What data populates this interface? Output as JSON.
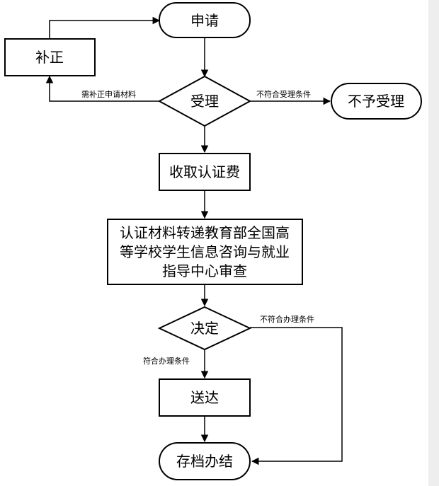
{
  "colors": {
    "stroke": "#000000",
    "fill": "#ffffff",
    "right_strip": "#eeeeee"
  },
  "nodes": {
    "apply": "申请",
    "correct": "补正",
    "accept": "受理",
    "reject": "不予受理",
    "fee": "收取认证费",
    "review": [
      "认证材料转递教育部全国高",
      "等学校学生信息咨询与就业",
      "指导中心审查"
    ],
    "decide": "决定",
    "deliver": "送达",
    "archive": "存档办结"
  },
  "edge_labels": {
    "need_correction": "需补正申请材料",
    "not_acceptable": "不符合受理条件",
    "not_qualified": "不符合办理条件",
    "qualified": "符合办理条件"
  }
}
